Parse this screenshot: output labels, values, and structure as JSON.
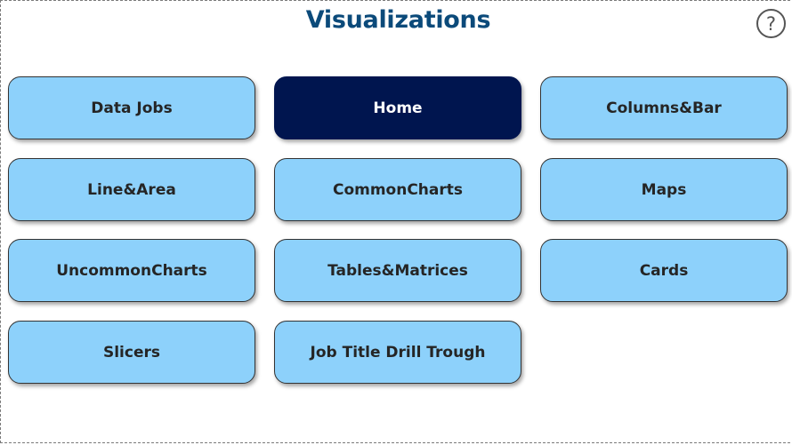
{
  "header": {
    "title": "Visualizations",
    "help_icon": "question-mark-circle-icon",
    "help_glyph": "?"
  },
  "nav": {
    "active_item": "Home",
    "active_color": "#00154f",
    "button_color": "#8dd1fb",
    "title_color": "#0b4a7a",
    "items": [
      {
        "label": "Data Jobs"
      },
      {
        "label": "Home"
      },
      {
        "label": "Columns&Bar"
      },
      {
        "label": "Line&Area"
      },
      {
        "label": "CommonCharts"
      },
      {
        "label": "Maps"
      },
      {
        "label": "UncommonCharts"
      },
      {
        "label": "Tables&Matrices"
      },
      {
        "label": "Cards"
      },
      {
        "label": "Slicers"
      },
      {
        "label": "Job Title Drill Trough"
      }
    ]
  }
}
